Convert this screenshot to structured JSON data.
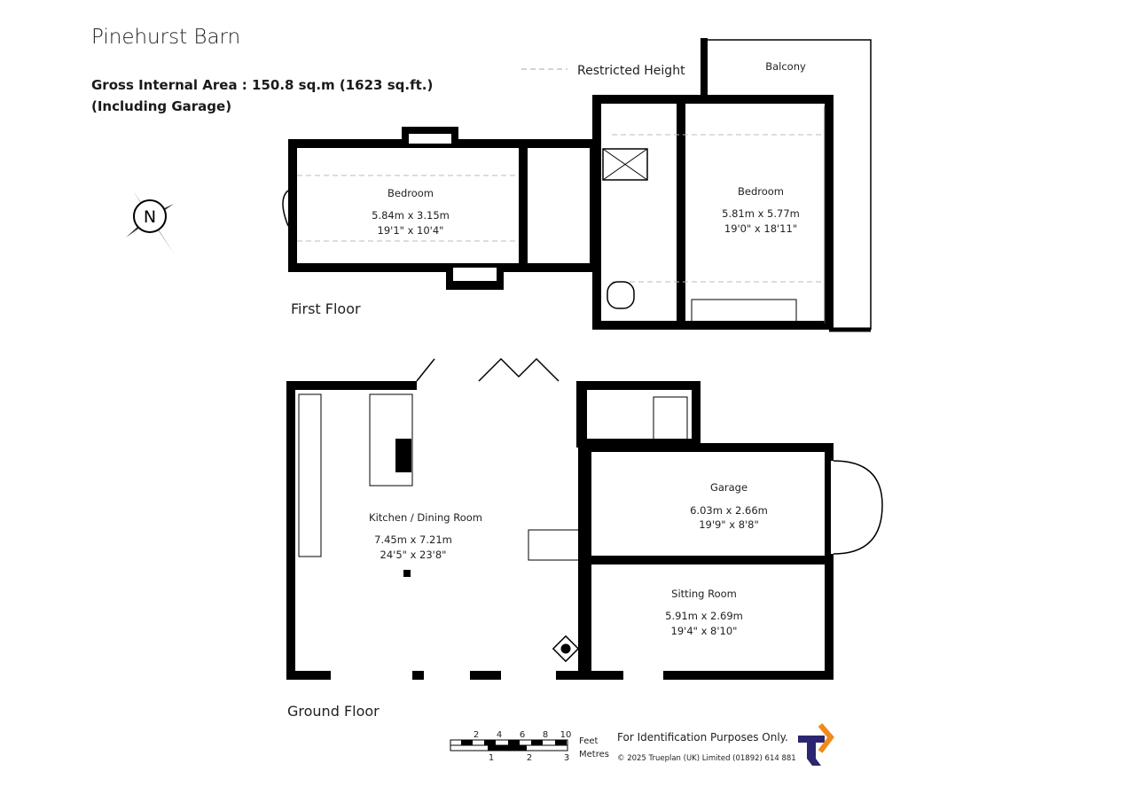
{
  "header": {
    "title": "Pinehurst Barn",
    "gross_internal_area": "Gross Internal Area  :  150.8 sq.m   (1623 sq.ft.)",
    "including": "(Including Garage)"
  },
  "legend": {
    "restricted_height": "Restricted Height"
  },
  "compass": {
    "letter": "N"
  },
  "first_floor": {
    "label": "First Floor",
    "balcony": "Balcony",
    "rooms": [
      {
        "name": "Bedroom",
        "metric": "5.84m  x  3.15m",
        "imperial": "19'1\"  x  10'4\""
      },
      {
        "name": "Bedroom",
        "metric": "5.81m  x  5.77m",
        "imperial": "19'0\"  x  18'11\""
      }
    ]
  },
  "ground_floor": {
    "label": "Ground Floor",
    "rooms": [
      {
        "name": "Kitchen / Dining Room",
        "metric": "7.45m  x  7.21m",
        "imperial": "24'5\"  x  23'8\""
      },
      {
        "name": "Garage",
        "metric": "6.03m  x  2.66m",
        "imperial": "19'9\"  x  8'8\""
      },
      {
        "name": "Sitting Room",
        "metric": "5.91m  x  2.69m",
        "imperial": "19'4\"  x  8'10\""
      }
    ]
  },
  "scale": {
    "feet_ticks": [
      "2",
      "4",
      "6",
      "8",
      "10"
    ],
    "metre_ticks": [
      "1",
      "2",
      "3"
    ],
    "feet_label": "Feet",
    "metres_label": "Metres"
  },
  "footer": {
    "disclaimer": "For Identification Purposes Only.",
    "copyright": "© 2025 Trueplan (UK) Limited  (01892) 614 881"
  },
  "colors": {
    "wall": "#000000",
    "logo_navy": "#2b2670",
    "logo_orange": "#f08a1c"
  }
}
